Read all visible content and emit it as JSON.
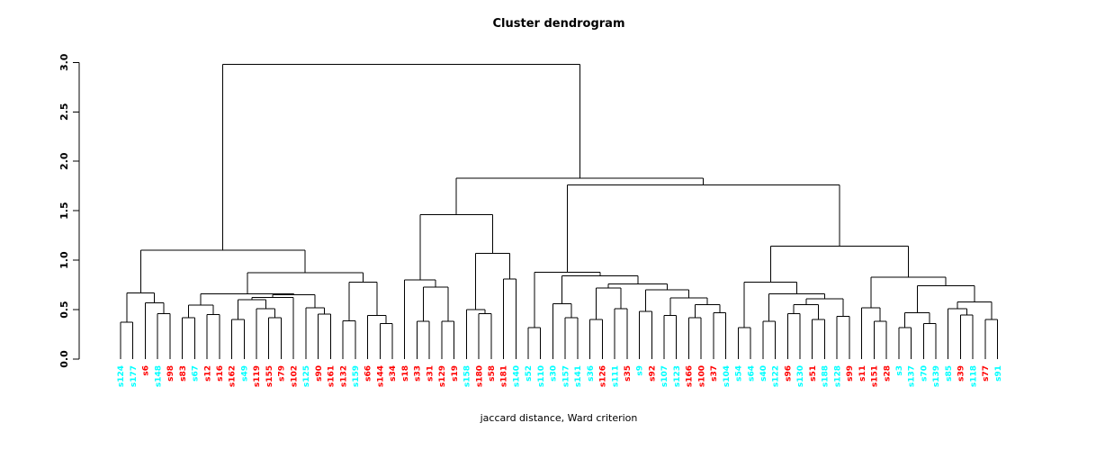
{
  "chart_data": {
    "type": "dendrogram",
    "title": "Cluster dendrogram",
    "xlabel": "jaccard distance, Ward criterion",
    "ylabel": "",
    "ylim": [
      0,
      3.0
    ],
    "yticks": [
      0.0,
      0.5,
      1.0,
      1.5,
      2.0,
      2.5,
      3.0
    ],
    "grid": false,
    "legend": "none",
    "label_colors": {
      "red": "#ff0000",
      "cyan": "#00ffff"
    },
    "branch_color": "#000000",
    "root_height": 2.98,
    "leaves": [
      {
        "label": "s124",
        "color": "cyan"
      },
      {
        "label": "s177",
        "color": "cyan"
      },
      {
        "label": "s6",
        "color": "red"
      },
      {
        "label": "s148",
        "color": "cyan"
      },
      {
        "label": "s98",
        "color": "red"
      },
      {
        "label": "s83",
        "color": "red"
      },
      {
        "label": "s67",
        "color": "cyan"
      },
      {
        "label": "s12",
        "color": "red"
      },
      {
        "label": "s16",
        "color": "red"
      },
      {
        "label": "s162",
        "color": "red"
      },
      {
        "label": "s49",
        "color": "cyan"
      },
      {
        "label": "s119",
        "color": "red"
      },
      {
        "label": "s155",
        "color": "red"
      },
      {
        "label": "s79",
        "color": "red"
      },
      {
        "label": "s102",
        "color": "red"
      },
      {
        "label": "s125",
        "color": "cyan"
      },
      {
        "label": "s90",
        "color": "red"
      },
      {
        "label": "s161",
        "color": "red"
      },
      {
        "label": "s132",
        "color": "red"
      },
      {
        "label": "s159",
        "color": "cyan"
      },
      {
        "label": "s66",
        "color": "red"
      },
      {
        "label": "s144",
        "color": "red"
      },
      {
        "label": "s34",
        "color": "red"
      },
      {
        "label": "s18",
        "color": "red"
      },
      {
        "label": "s33",
        "color": "red"
      },
      {
        "label": "s31",
        "color": "red"
      },
      {
        "label": "s129",
        "color": "red"
      },
      {
        "label": "s19",
        "color": "red"
      },
      {
        "label": "s158",
        "color": "cyan"
      },
      {
        "label": "s180",
        "color": "red"
      },
      {
        "label": "s58",
        "color": "red"
      },
      {
        "label": "s181",
        "color": "red"
      },
      {
        "label": "s140",
        "color": "cyan"
      },
      {
        "label": "s52",
        "color": "cyan"
      },
      {
        "label": "s110",
        "color": "cyan"
      },
      {
        "label": "s30",
        "color": "cyan"
      },
      {
        "label": "s157",
        "color": "cyan"
      },
      {
        "label": "s141",
        "color": "cyan"
      },
      {
        "label": "s36",
        "color": "cyan"
      },
      {
        "label": "s126",
        "color": "red"
      },
      {
        "label": "s111",
        "color": "cyan"
      },
      {
        "label": "s35",
        "color": "red"
      },
      {
        "label": "s9",
        "color": "cyan"
      },
      {
        "label": "s92",
        "color": "red"
      },
      {
        "label": "s107",
        "color": "cyan"
      },
      {
        "label": "s123",
        "color": "cyan"
      },
      {
        "label": "s166",
        "color": "red"
      },
      {
        "label": "s100",
        "color": "red"
      },
      {
        "label": "s37",
        "color": "red"
      },
      {
        "label": "s104",
        "color": "cyan"
      },
      {
        "label": "s54",
        "color": "cyan"
      },
      {
        "label": "s64",
        "color": "cyan"
      },
      {
        "label": "s40",
        "color": "cyan"
      },
      {
        "label": "s122",
        "color": "cyan"
      },
      {
        "label": "s96",
        "color": "red"
      },
      {
        "label": "s130",
        "color": "cyan"
      },
      {
        "label": "s51",
        "color": "red"
      },
      {
        "label": "s188",
        "color": "cyan"
      },
      {
        "label": "s128",
        "color": "cyan"
      },
      {
        "label": "s99",
        "color": "red"
      },
      {
        "label": "s11",
        "color": "red"
      },
      {
        "label": "s151",
        "color": "red"
      },
      {
        "label": "s28",
        "color": "red"
      },
      {
        "label": "s3",
        "color": "cyan"
      },
      {
        "label": "s137",
        "color": "cyan"
      },
      {
        "label": "s70",
        "color": "cyan"
      },
      {
        "label": "s139",
        "color": "cyan"
      },
      {
        "label": "s85",
        "color": "cyan"
      },
      {
        "label": "s39",
        "color": "red"
      },
      {
        "label": "s118",
        "color": "cyan"
      },
      {
        "label": "s77",
        "color": "red"
      },
      {
        "label": "s91",
        "color": "cyan"
      }
    ],
    "tree": [
      2.98,
      [
        1.1,
        [
          0.67,
          [
            0.375,
            0,
            1
          ],
          [
            0.57,
            2,
            [
              0.46,
              3,
              4
            ]
          ]
        ],
        [
          0.875,
          [
            0.66,
            [
              0.545,
              [
                0.42,
                5,
                6
              ],
              [
                0.45,
                7,
                8
              ]
            ],
            [
              0.65,
              [
                0.625,
                [
                  0.6,
                  [
                    0.4,
                    9,
                    10
                  ],
                  [
                    0.51,
                    11,
                    [
                      0.42,
                      12,
                      13
                    ]
                  ]
                ],
                14
              ],
              [
                0.52,
                15,
                [
                  0.455,
                  16,
                  17
                ]
              ]
            ]
          ],
          [
            0.78,
            [
              0.385,
              18,
              19
            ],
            [
              0.44,
              20,
              [
                0.36,
                21,
                22
              ]
            ]
          ]
        ]
      ],
      [
        1.83,
        [
          1.46,
          [
            0.8,
            23,
            [
              0.73,
              [
                0.38,
                24,
                25
              ],
              [
                0.38,
                26,
                27
              ]
            ]
          ],
          [
            1.07,
            [
              0.5,
              28,
              [
                0.46,
                29,
                30
              ]
            ],
            [
              0.81,
              31,
              32
            ]
          ]
        ],
        [
          1.76,
          [
            0.88,
            [
              0.32,
              33,
              34
            ],
            [
              0.84,
              [
                0.56,
                35,
                [
                  0.42,
                  36,
                  37
                ]
              ],
              [
                0.76,
                [
                  0.72,
                  [
                    0.4,
                    38,
                    39
                  ],
                  [
                    0.51,
                    40,
                    41
                  ]
                ],
                [
                  0.7,
                  [
                    0.48,
                    42,
                    43
                  ],
                  [
                    0.62,
                    [
                      0.44,
                      44,
                      45
                    ],
                    [
                      0.55,
                      [
                        0.42,
                        46,
                        47
                      ],
                      [
                        0.47,
                        48,
                        49
                      ]
                    ]
                  ]
                ]
              ]
            ]
          ],
          [
            1.14,
            [
              0.78,
              [
                0.32,
                50,
                51
              ],
              [
                0.66,
                [
                  0.38,
                  52,
                  53
                ],
                [
                  0.61,
                  [
                    0.55,
                    [
                      0.46,
                      54,
                      55
                    ],
                    [
                      0.4,
                      56,
                      57
                    ]
                  ],
                  [
                    0.43,
                    58,
                    59
                  ]
                ]
              ]
            ],
            [
              0.83,
              [
                0.52,
                60,
                [
                  0.38,
                  61,
                  62
                ]
              ],
              [
                0.74,
                [
                  0.47,
                  [
                    0.32,
                    63,
                    64
                  ],
                  [
                    0.36,
                    65,
                    66
                  ]
                ],
                [
                  0.58,
                  [
                    0.51,
                    67,
                    [
                      0.445,
                      68,
                      69
                    ]
                  ],
                  [
                    0.4,
                    70,
                    71
                  ]
                ]
              ]
            ]
          ]
        ]
      ]
    ]
  }
}
